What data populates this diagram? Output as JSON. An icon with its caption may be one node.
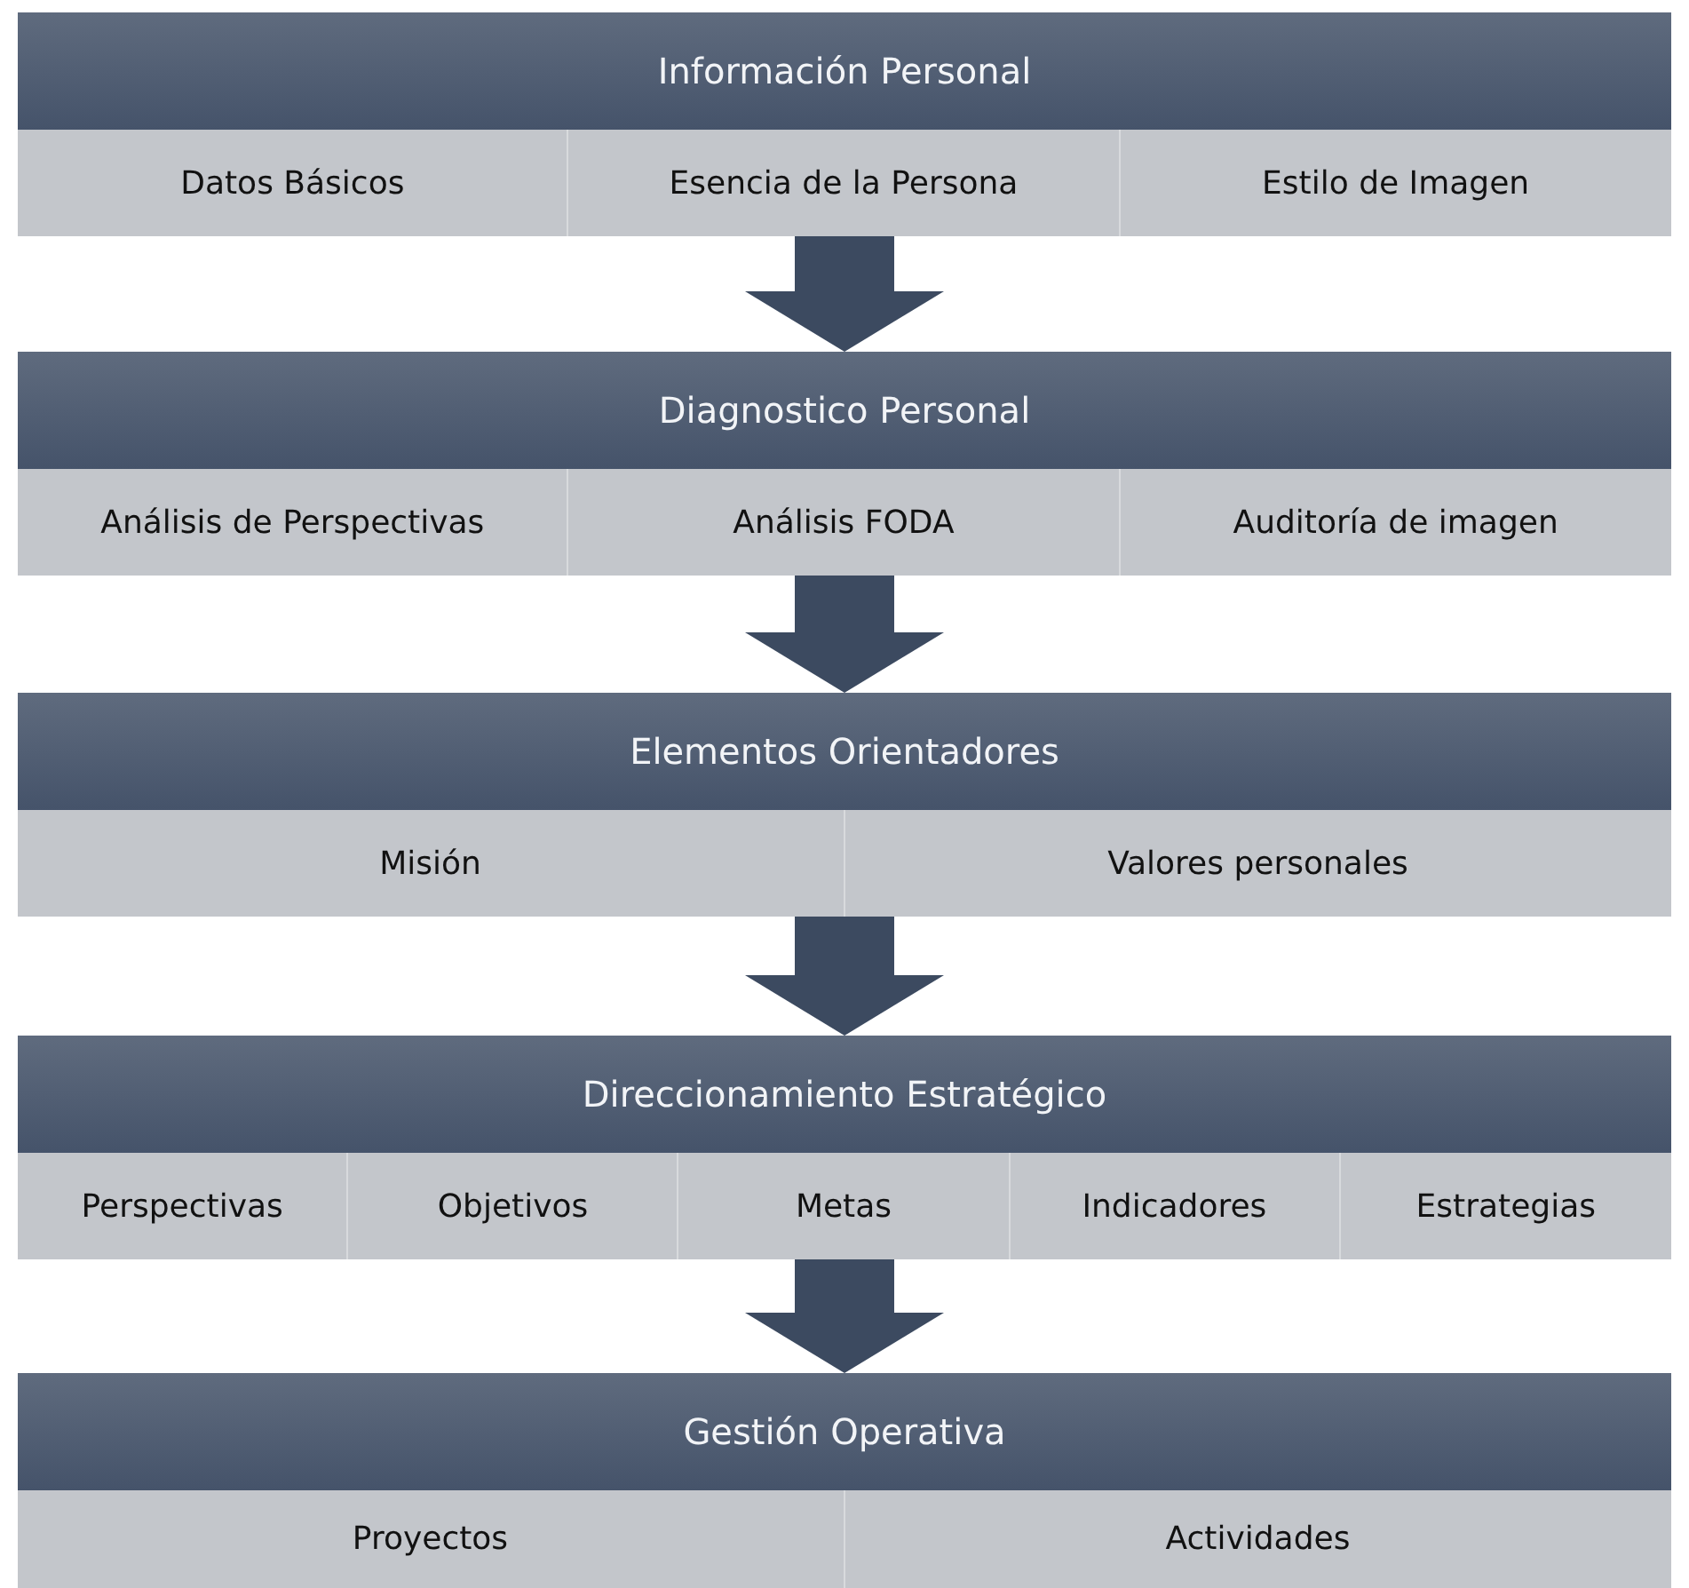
{
  "diagram": {
    "nodes": [
      {
        "text": [
          "Información Personal"
        ]
      },
      {
        "text": [
          "Datos Básicos"
        ],
        "in": 0
      },
      {
        "text": [
          "Esencia de la Persona"
        ],
        "in": 0
      },
      {
        "text": [
          "Estilo de Imagen"
        ],
        "in": 0
      },
      {
        "text": [
          "Diagnostico Personal"
        ]
      },
      {
        "text": [
          "Análisis de Perspectivas"
        ],
        "in": 4
      },
      {
        "text": [
          "Análisis FODA"
        ],
        "in": 4
      },
      {
        "text": [
          "Auditoría de imagen"
        ],
        "in": 4
      },
      {
        "text": [
          "Elementos Orientadores"
        ]
      },
      {
        "text": [
          "Misión"
        ],
        "in": 8
      },
      {
        "text": [
          "Valores personales"
        ],
        "in": 8
      },
      {
        "text": [
          "Direccionamiento Estratégico"
        ]
      },
      {
        "text": [
          "Perspectivas"
        ],
        "in": 11
      },
      {
        "text": [
          "Objetivos"
        ],
        "in": 11
      },
      {
        "text": [
          "Metas"
        ],
        "in": 11
      },
      {
        "text": [
          "Indicadores"
        ],
        "in": 11
      },
      {
        "text": [
          "Estrategias"
        ],
        "in": 11
      },
      {
        "text": [
          "Gestión Operativa"
        ]
      },
      {
        "text": [
          "Proyectos"
        ],
        "in": 17
      },
      {
        "text": [
          "Actividades"
        ],
        "in": 17
      }
    ],
    "edges": [
      {
        "from": 0,
        "to": 4,
        "arrow": "to"
      },
      {
        "from": 4,
        "to": 8,
        "arrow": "to"
      },
      {
        "from": 8,
        "to": 11,
        "arrow": "to"
      },
      {
        "from": 11,
        "to": 17,
        "arrow": "to"
      }
    ]
  }
}
